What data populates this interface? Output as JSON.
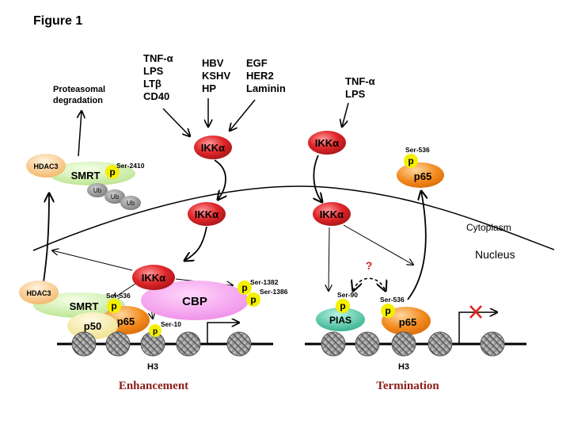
{
  "title": "Figure 1",
  "stimuli": {
    "group1": [
      "TNF-α",
      "LPS",
      "LTβ",
      "CD40"
    ],
    "group2": [
      "HBV",
      "KSHV",
      "HP"
    ],
    "group3": [
      "EGF",
      "HER2",
      "Laminin"
    ],
    "group4": [
      "TNF-α",
      "LPS"
    ]
  },
  "labels": {
    "proteasomal": [
      "Proteasomal",
      "degradation"
    ],
    "cytoplasm": "Cytoplasm",
    "nucleus": "Nucleus",
    "ikka": "IKKα",
    "hdac3": "HDAC3",
    "smrt": "SMRT",
    "ub": "Ub",
    "p": "p",
    "p65": "p65",
    "p50": "p50",
    "cbp": "CBP",
    "pias": "PIAS",
    "h3": "H3",
    "question": "?"
  },
  "sites": {
    "ser2410": "Ser-2410",
    "ser536": "Ser-536",
    "ser1382": "Ser-1382",
    "ser1386": "Ser-1386",
    "ser10": "Ser-10",
    "ser90": "Ser-90"
  },
  "captions": {
    "left": "Enhancement",
    "right": "Termination"
  },
  "colors": {
    "ikka": "#e0262a",
    "p_circle": "#f4f000",
    "p65": "#f28a1e",
    "hdac3": "#f7cd92",
    "smrt": "#d5f0b5",
    "p50": "#f8f0b0",
    "cbp": "#f4a6f0",
    "pias": "#4fc7a8",
    "nucleosome": "#9c9c9c",
    "ub": "#707070",
    "caption": "#8b1e17",
    "question": "#d62020",
    "block": "#e02020"
  }
}
